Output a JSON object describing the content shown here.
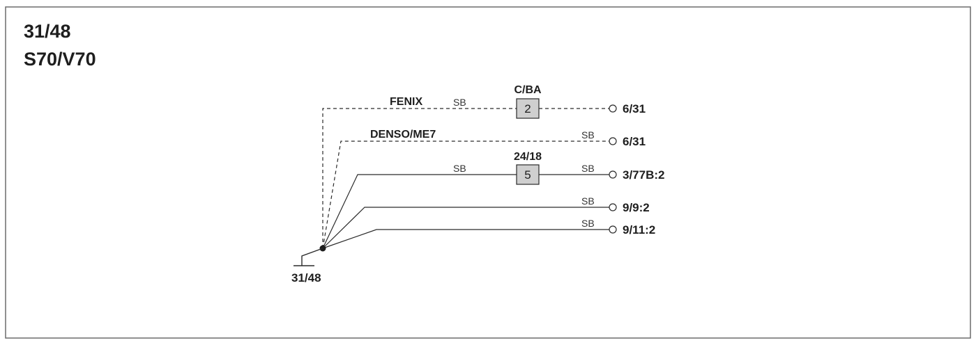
{
  "header": {
    "line1": "31/48",
    "line2": "S70/V70"
  },
  "ground": {
    "label": "31/48"
  },
  "wires": [
    {
      "name": "fenix",
      "style": "dashed",
      "variant_label": "FENIX",
      "color_left": "SB",
      "color_right": "",
      "connector_label": "C/BA",
      "pin": "2",
      "terminal": "6/31"
    },
    {
      "name": "denso",
      "style": "dashed",
      "variant_label": "DENSO/ME7",
      "color_left": "",
      "color_right": "SB",
      "connector_label": "",
      "pin": "",
      "terminal": "6/31"
    },
    {
      "name": "w3",
      "style": "solid",
      "variant_label": "",
      "color_left": "SB",
      "color_right": "SB",
      "connector_label": "24/18",
      "pin": "5",
      "terminal": "3/77B:2"
    },
    {
      "name": "w4",
      "style": "solid",
      "variant_label": "",
      "color_left": "",
      "color_right": "SB",
      "connector_label": "",
      "pin": "",
      "terminal": "9/9:2"
    },
    {
      "name": "w5",
      "style": "solid",
      "variant_label": "",
      "color_left": "",
      "color_right": "SB",
      "connector_label": "",
      "pin": "",
      "terminal": "9/11:2"
    }
  ]
}
